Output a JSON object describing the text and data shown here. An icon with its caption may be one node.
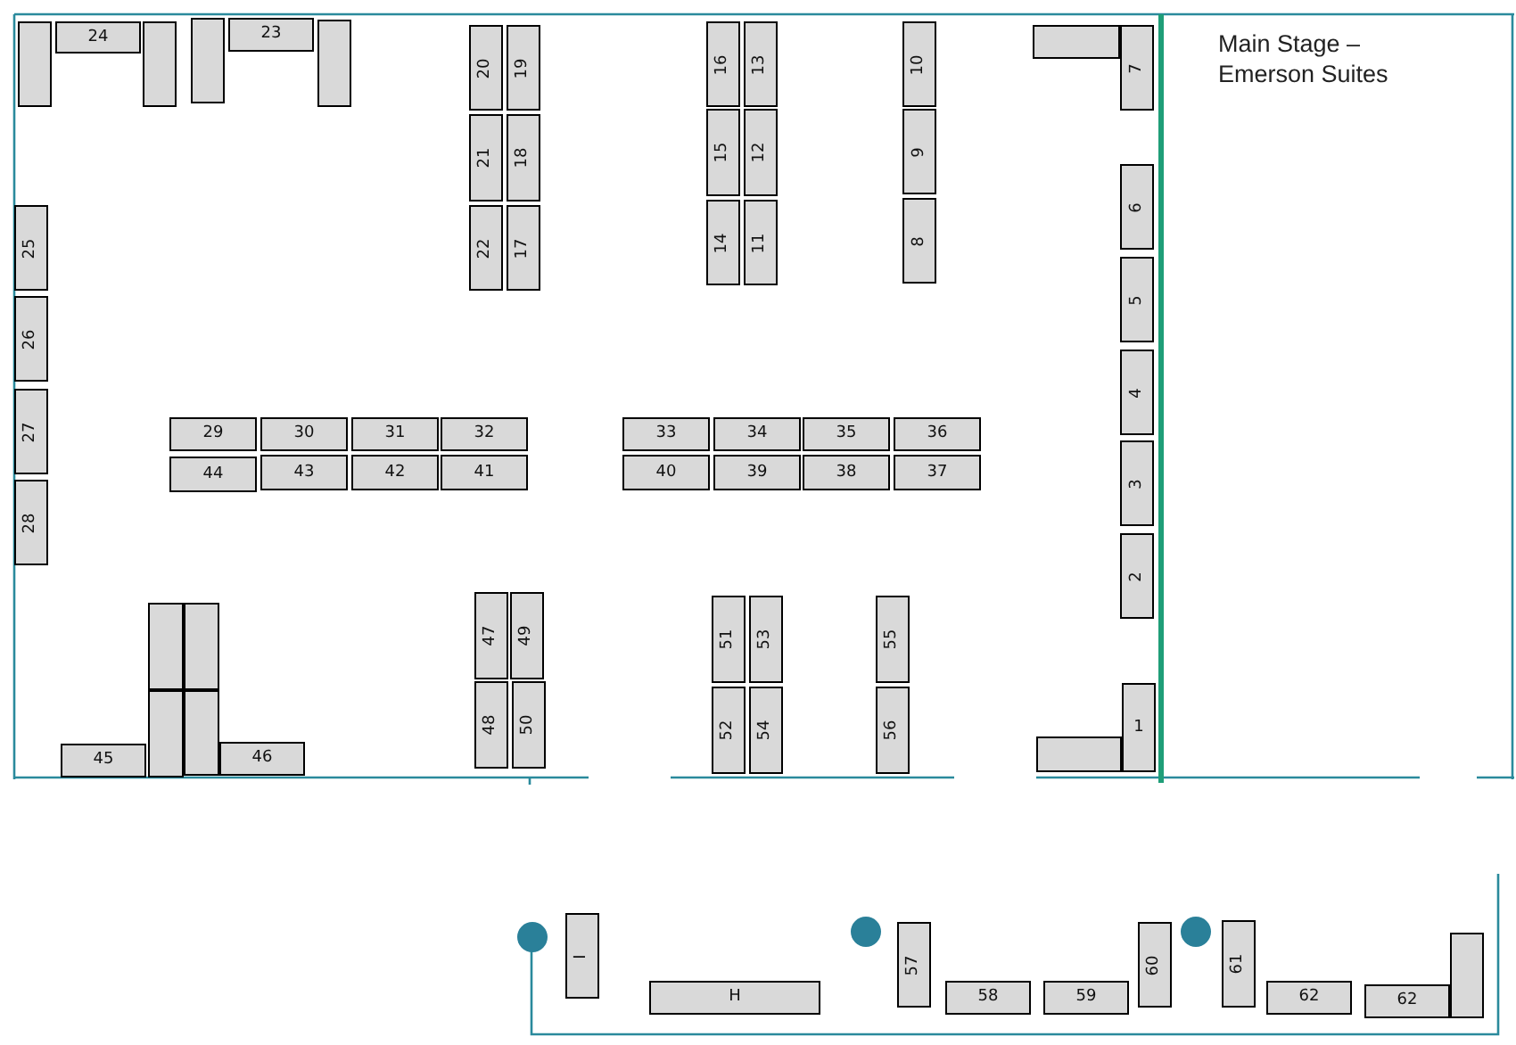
{
  "diagram": {
    "nodes": [
      {
        "text": [],
        "shape": "box"
      },
      {
        "text": [
          "24"
        ]
      },
      {
        "text": [],
        "shape": "box"
      },
      {
        "text": [],
        "shape": "box"
      },
      {
        "text": [
          "23"
        ]
      },
      {
        "text": [],
        "shape": "box"
      },
      {
        "text": [
          "20"
        ]
      },
      {
        "text": [
          "19"
        ]
      },
      {
        "text": [
          "16"
        ]
      },
      {
        "text": [
          "13"
        ]
      },
      {
        "text": [
          "10"
        ]
      },
      {
        "text": [],
        "shape": "box"
      },
      {
        "text": [
          "7"
        ]
      },
      {
        "text": [
          "21"
        ]
      },
      {
        "text": [
          "18"
        ]
      },
      {
        "text": [
          "15"
        ]
      },
      {
        "text": [
          "12"
        ]
      },
      {
        "text": [
          "9"
        ]
      },
      {
        "text": [
          "6"
        ]
      },
      {
        "text": [
          "25"
        ]
      },
      {
        "text": [
          "22"
        ]
      },
      {
        "text": [
          "17"
        ]
      },
      {
        "text": [
          "14"
        ]
      },
      {
        "text": [
          "11"
        ]
      },
      {
        "text": [
          "8"
        ]
      },
      {
        "text": [
          "5"
        ]
      },
      {
        "text": [
          "26"
        ]
      },
      {
        "text": [
          "4"
        ]
      },
      {
        "text": [
          "27"
        ]
      },
      {
        "text": [
          "29"
        ]
      },
      {
        "text": [
          "30"
        ]
      },
      {
        "text": [
          "31"
        ]
      },
      {
        "text": [
          "32"
        ]
      },
      {
        "text": [
          "33"
        ]
      },
      {
        "text": [
          "34"
        ]
      },
      {
        "text": [
          "35"
        ]
      },
      {
        "text": [
          "36"
        ]
      },
      {
        "text": [
          "3"
        ]
      },
      {
        "text": [
          "44"
        ]
      },
      {
        "text": [
          "43"
        ]
      },
      {
        "text": [
          "42"
        ]
      },
      {
        "text": [
          "41"
        ]
      },
      {
        "text": [
          "40"
        ]
      },
      {
        "text": [
          "39"
        ]
      },
      {
        "text": [
          "38"
        ]
      },
      {
        "text": [
          "37"
        ]
      },
      {
        "text": [
          "28"
        ]
      },
      {
        "text": [
          "2"
        ]
      },
      {
        "text": [
          "47"
        ]
      },
      {
        "text": [
          "49"
        ]
      },
      {
        "text": [
          "51"
        ]
      },
      {
        "text": [
          "53"
        ]
      },
      {
        "text": [
          "55"
        ]
      },
      {
        "text": [],
        "shape": "box"
      },
      {
        "text": [],
        "shape": "box"
      },
      {
        "text": [
          "48"
        ]
      },
      {
        "text": [
          "50"
        ]
      },
      {
        "text": [
          "1"
        ]
      },
      {
        "text": [
          "52"
        ]
      },
      {
        "text": [
          "54"
        ]
      },
      {
        "text": [
          "56"
        ]
      },
      {
        "text": [],
        "shape": "box"
      },
      {
        "text": [],
        "shape": "box"
      },
      {
        "text": [],
        "shape": "box"
      },
      {
        "text": [
          "46"
        ]
      },
      {
        "text": [
          "45"
        ]
      },
      {
        "text": [
          "I"
        ]
      },
      {
        "text": [
          "61"
        ]
      },
      {
        "text": [
          "57"
        ]
      },
      {
        "text": [
          "60"
        ]
      },
      {
        "text": [],
        "shape": "circle"
      },
      {
        "text": [],
        "shape": "circle"
      },
      {
        "text": [],
        "shape": "circle"
      },
      {
        "text": [],
        "shape": "box"
      },
      {
        "text": [
          "H"
        ]
      },
      {
        "text": [
          "58"
        ]
      },
      {
        "text": [
          "59"
        ]
      },
      {
        "text": [
          "62"
        ]
      },
      {
        "text": [
          "62"
        ]
      }
    ],
    "edges": [],
    "labels": [
      "Main Stage – Emerson Suites"
    ]
  }
}
